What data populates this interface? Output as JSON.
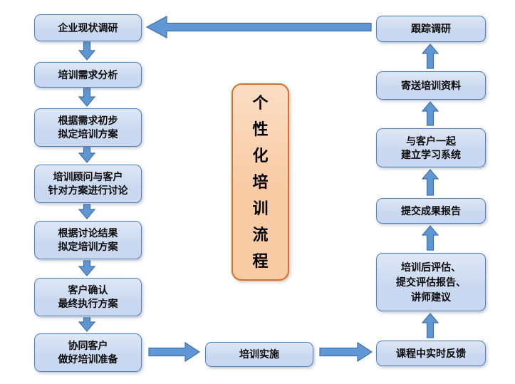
{
  "title": "个性化培训流程",
  "center": {
    "title": "个性化培训流程"
  },
  "left_column": [
    {
      "label": "企业现状调研"
    },
    {
      "label": "培训需求分析"
    },
    {
      "label": "根据需求初步\n拟定培训方案"
    },
    {
      "label": "培训顾问与客户\n针对方案进行讨论"
    },
    {
      "label": "根据讨论结果\n拟定培训方案"
    },
    {
      "label": "客户确认\n最终执行方案"
    },
    {
      "label": "协同客户\n做好培训准备"
    }
  ],
  "bottom": {
    "label": "培训实施"
  },
  "right_column": [
    {
      "label": "跟踪调研"
    },
    {
      "label": "寄送培训资料"
    },
    {
      "label": "与客户一起\n建立学习系统"
    },
    {
      "label": "提交成果报告"
    },
    {
      "label": "培训后评估、\n提交评估报告、\n讲师建议"
    },
    {
      "label": "课程中实时反馈"
    }
  ],
  "colors": {
    "box_fill": "#C9D8F0",
    "box_border": "#4F81BD",
    "arrow_fill": "#5F96D4",
    "arrow_border": "#3F6FA8",
    "center_fill": "#F9CBA4",
    "center_border": "#D4702E"
  }
}
